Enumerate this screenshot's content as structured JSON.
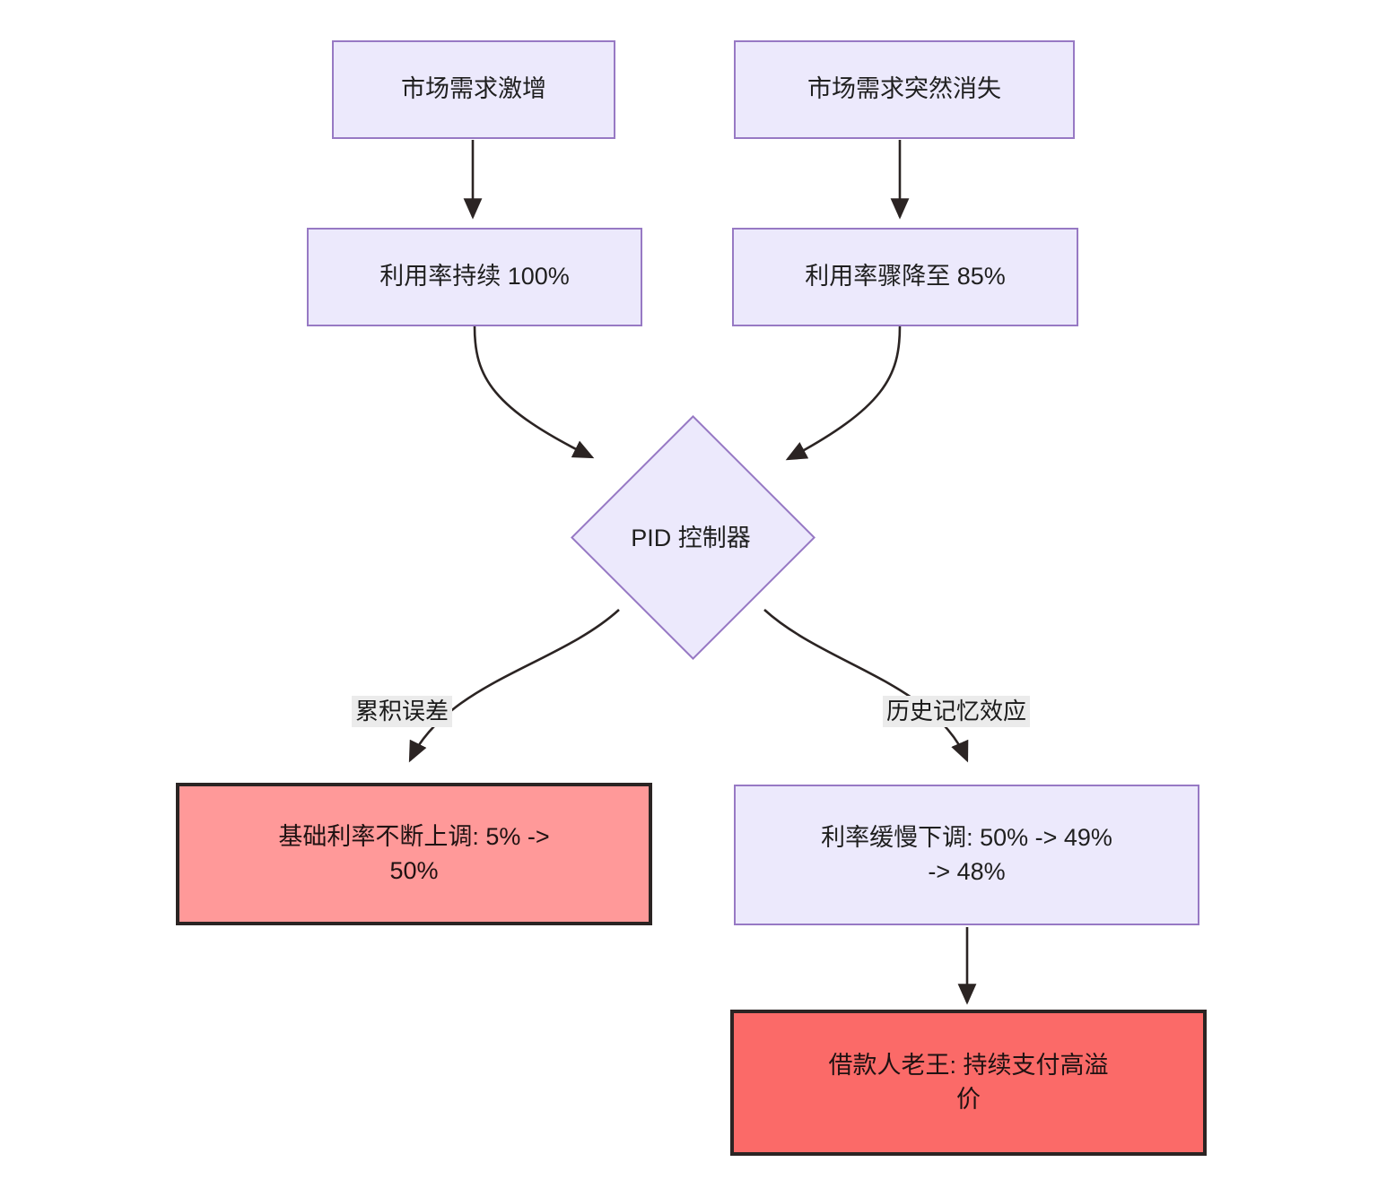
{
  "diagram": {
    "type": "flowchart",
    "direction": "top-down",
    "title": "",
    "theme": {
      "process_fill": "#ece9fc",
      "process_stroke": "#9779c4",
      "critical_fill": "#ff9999",
      "critical_strong_fill": "#fb6a68",
      "critical_stroke": "#2b2423",
      "edge_stroke": "#1f1f1f",
      "edge_label_bg": "#ebebeb",
      "text_color": "#1f1f1f",
      "background": "#ffffff"
    },
    "nodes": [
      {
        "id": "demand-surge",
        "label": "市场需求激增",
        "shape": "rectangle",
        "style": "process"
      },
      {
        "id": "demand-vanish",
        "label": "市场需求突然消失",
        "shape": "rectangle",
        "style": "process"
      },
      {
        "id": "utilization-high",
        "label": "利用率持续 100%",
        "shape": "rectangle",
        "style": "process"
      },
      {
        "id": "utilization-drop",
        "label": "利用率骤降至 85%",
        "shape": "rectangle",
        "style": "process"
      },
      {
        "id": "pid-controller",
        "label": "PID 控制器",
        "shape": "diamond",
        "style": "process"
      },
      {
        "id": "base-rate-up",
        "label": "基础利率不断上调: 5% ->\n50%",
        "shape": "rectangle",
        "style": "critical"
      },
      {
        "id": "rate-slow-down",
        "label": "利率缓慢下调: 50% -> 49%\n-> 48%",
        "shape": "rectangle",
        "style": "process"
      },
      {
        "id": "borrower-laowang",
        "label": "借款人老王: 持续支付高溢\n价",
        "shape": "rectangle",
        "style": "critical-strong"
      }
    ],
    "edges": [
      {
        "from": "demand-surge",
        "to": "utilization-high",
        "label": ""
      },
      {
        "from": "demand-vanish",
        "to": "utilization-drop",
        "label": ""
      },
      {
        "from": "utilization-high",
        "to": "pid-controller",
        "label": ""
      },
      {
        "from": "utilization-drop",
        "to": "pid-controller",
        "label": ""
      },
      {
        "from": "pid-controller",
        "to": "base-rate-up",
        "label": "累积误差"
      },
      {
        "from": "pid-controller",
        "to": "rate-slow-down",
        "label": "历史记忆效应"
      },
      {
        "from": "rate-slow-down",
        "to": "borrower-laowang",
        "label": ""
      }
    ],
    "edge_labels": {
      "accumulated_error": "累积误差",
      "history_memory_effect": "历史记忆效应"
    }
  }
}
